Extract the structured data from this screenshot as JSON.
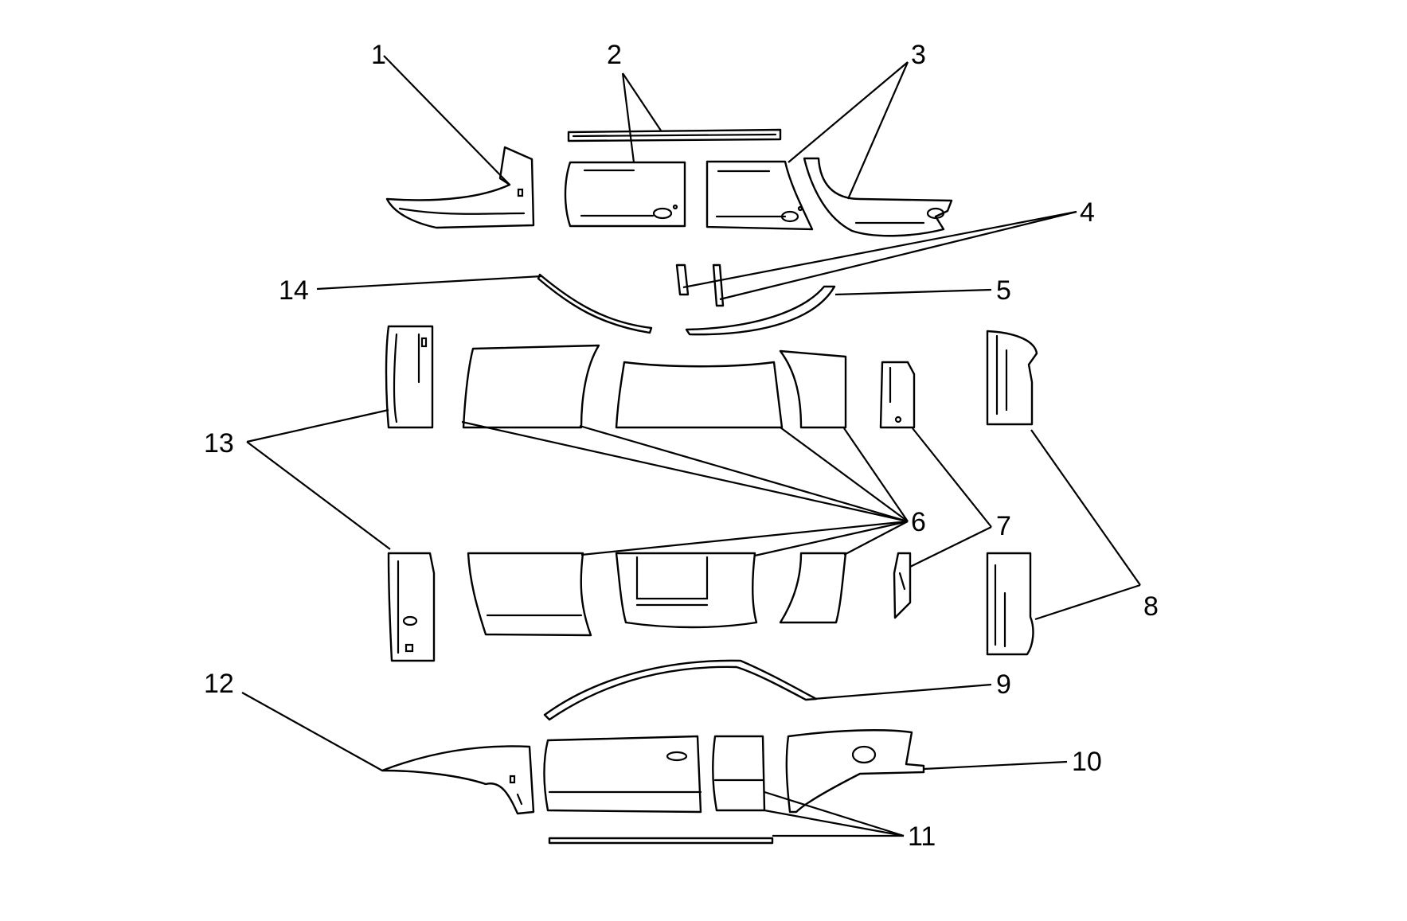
{
  "diagram": {
    "line_color": "#000000",
    "background": "#ffffff",
    "callouts": [
      "1",
      "2",
      "3",
      "4",
      "5",
      "6",
      "7",
      "8",
      "9",
      "10",
      "11",
      "12",
      "13",
      "14"
    ]
  }
}
